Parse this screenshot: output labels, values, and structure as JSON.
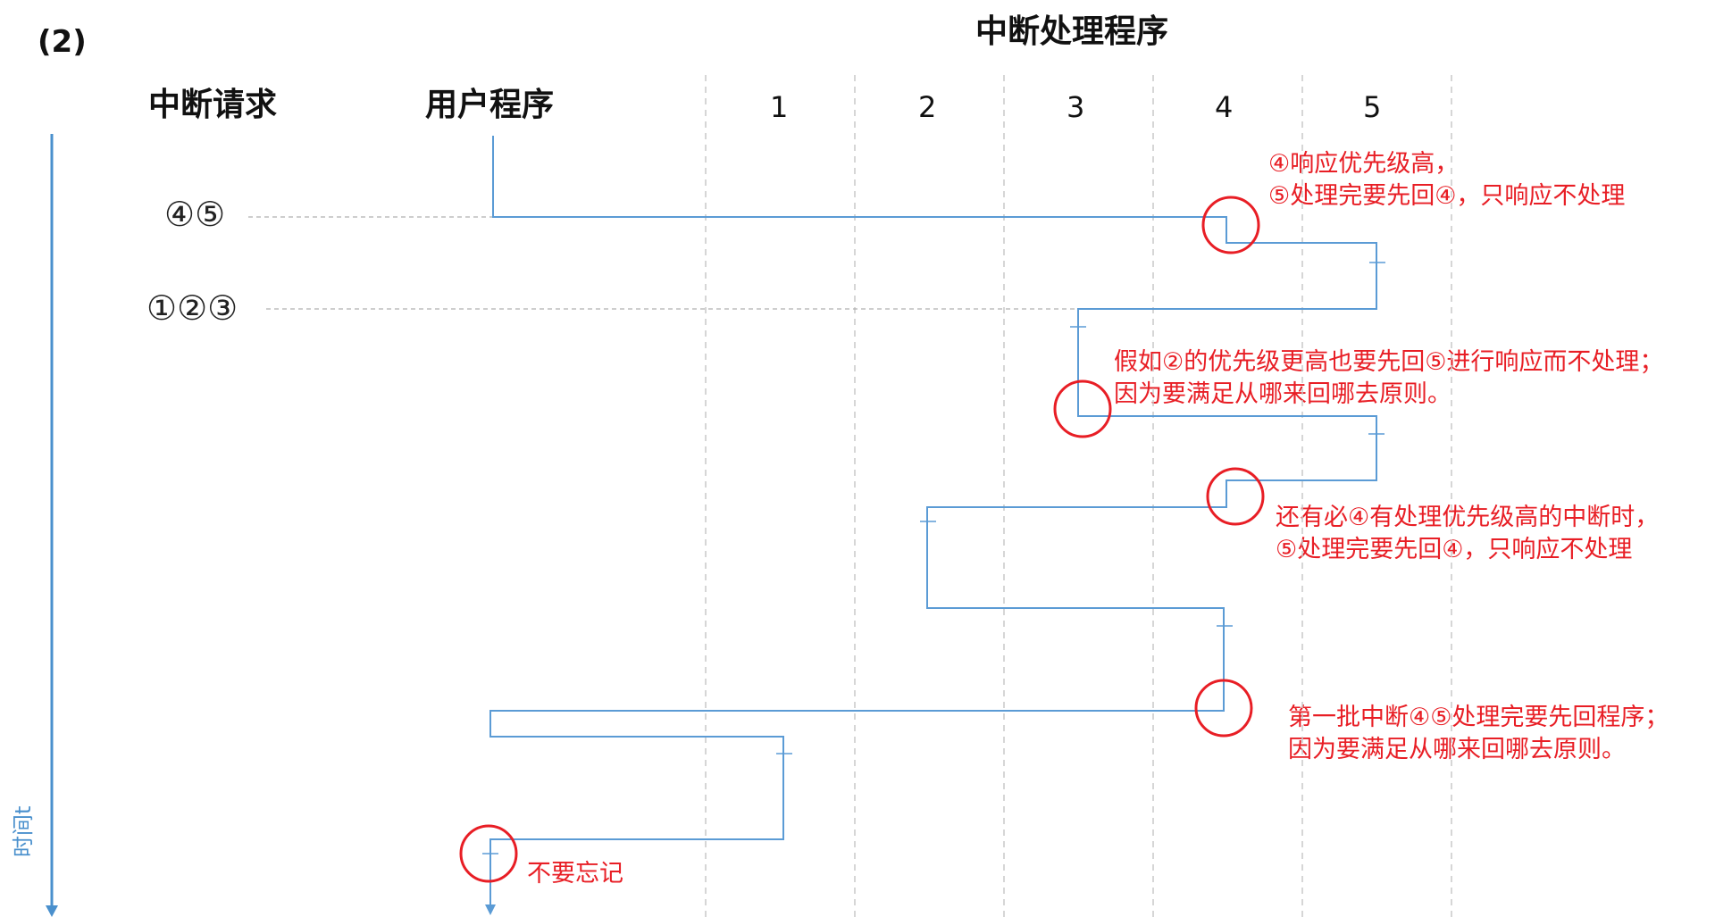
{
  "label_part": "(2)",
  "title": "中断处理程序",
  "headers": {
    "requests": "中断请求",
    "user_program": "用户程序",
    "columns": [
      "1",
      "2",
      "3",
      "4",
      "5"
    ]
  },
  "requests": [
    "④⑤",
    "①②③"
  ],
  "time_axis_label": "时间t",
  "notes": [
    [
      "④响应优先级高，",
      "⑤处理完要先回④，只响应不处理"
    ],
    [
      "假如②的优先级更高也要先回⑤进行响应而不处理；",
      "因为要满足从哪来回哪去原则。"
    ],
    [
      "还有必④有处理优先级高的中断时，",
      "⑤处理完要先回④，只响应不处理"
    ],
    [
      "第一批中断④⑤处理完要先回程序；",
      "因为要满足从哪来回哪去原则。"
    ],
    [
      "不要忘记"
    ]
  ],
  "colors": {
    "flow_line": "#5b9bd5",
    "time_axis": "#4a90cd",
    "annotation": "#e81e25",
    "grid": "#c8c8c8"
  }
}
